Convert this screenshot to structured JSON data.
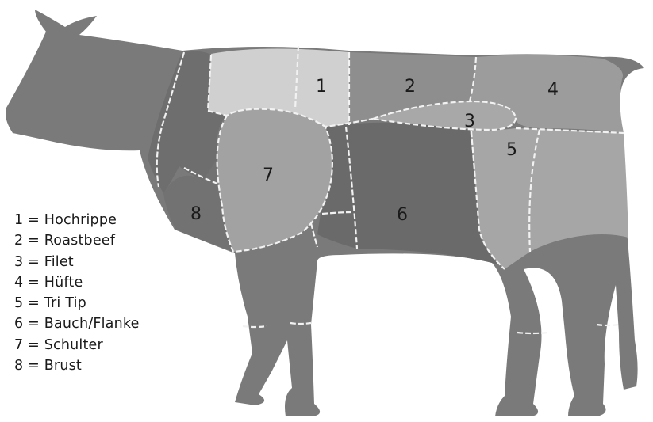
{
  "diagram": {
    "colors": {
      "body": "#7a7a7a",
      "hump": "#6e6e6e",
      "hochrippe": "#d0d0d0",
      "roastbeef": "#8e8e8e",
      "filet": "#a8a8a8",
      "huefte": "#9c9c9c",
      "tritip": "#a6a6a6",
      "bauch": "#6a6a6a",
      "schulter": "#a2a2a2",
      "brust": "#727272",
      "seams": "#f2f2f2"
    },
    "regions": [
      {
        "number": "1",
        "name": "Hochrippe"
      },
      {
        "number": "2",
        "name": "Roastbeef"
      },
      {
        "number": "3",
        "name": "Filet"
      },
      {
        "number": "4",
        "name": "Hüfte"
      },
      {
        "number": "5",
        "name": "Tri Tip"
      },
      {
        "number": "6",
        "name": "Bauch/Flanke"
      },
      {
        "number": "7",
        "name": "Schulter"
      },
      {
        "number": "8",
        "name": "Brust"
      }
    ],
    "legend": [
      "1 = Hochrippe",
      "2 = Roastbeef",
      "3 = Filet",
      "4 = Hüfte",
      "5 = Tri Tip",
      "6 = Bauch/Flanke",
      "7 = Schulter",
      "8 = Brust"
    ]
  }
}
